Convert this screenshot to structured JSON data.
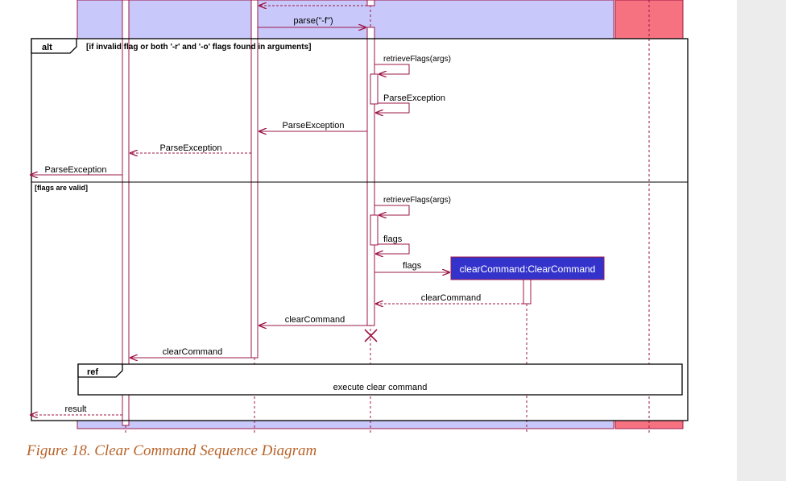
{
  "figure": {
    "caption": "Figure 18. Clear Command Sequence Diagram"
  },
  "diagram": {
    "colors": {
      "logic_band": "#c8c8fa",
      "model_band": "#f77281",
      "arrow": "#9e1748",
      "frame": "#000000",
      "object_box": "#3333cc",
      "sidebar": "#ececec",
      "caption": "#b8642a"
    },
    "alt_frame": {
      "label": "alt",
      "guard_1": "[if invalid flag or both '-r' and '-o' flags found in arguments]",
      "guard_2": "[flags are valid]"
    },
    "object": {
      "label": "clearCommand:ClearCommand"
    },
    "messages": {
      "parse_call": "parse(\"-f\")",
      "retrieve_flags_1": "retrieveFlags(args)",
      "parse_exception_self": "ParseException",
      "parse_exception_return_1": "ParseException",
      "parse_exception_return_2": "ParseException",
      "parse_exception_return_3": "ParseException",
      "retrieve_flags_2": "retrieveFlags(args)",
      "flags_return": "flags",
      "flags_create": "flags",
      "clear_command_return_1": "clearCommand",
      "clear_command_return_2": "clearCommand",
      "clear_command_return_3": "clearCommand",
      "result_return": "result"
    },
    "ref_frame": {
      "label": "ref",
      "text": "execute clear command"
    }
  }
}
